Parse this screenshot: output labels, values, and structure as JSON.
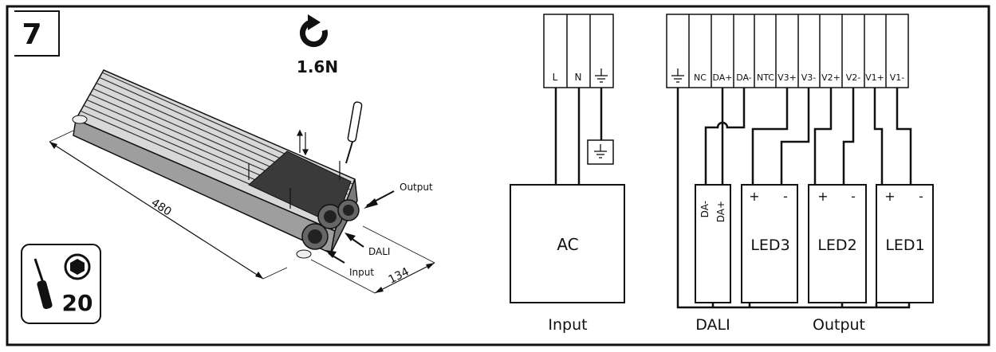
{
  "step_number": "7",
  "torque": {
    "value": "1.6N"
  },
  "tool": {
    "hex_size": "20"
  },
  "dimensions": {
    "length": "480",
    "width": "134"
  },
  "callouts": {
    "output": "Output",
    "dali": "DALI",
    "input": "Input"
  },
  "input_terminals": [
    "L",
    "N"
  ],
  "output_terminals": [
    "NC",
    "DA+",
    "DA-",
    "NTC",
    "V3+",
    "V3-",
    "V2+",
    "V2-",
    "V1+",
    "V1-"
  ],
  "blocks": {
    "ac": "AC",
    "dali_minus": "DA-",
    "dali_plus": "DA+",
    "led3": "LED3",
    "led2": "LED2",
    "led1": "LED1",
    "plus": "+",
    "minus": "-"
  },
  "section_labels": {
    "input": "Input",
    "dali": "DALI",
    "output": "Output"
  },
  "colors": {
    "line": "#111111",
    "device_fill": "#bdbdbd",
    "device_dark": "#555555",
    "background": "#ffffff"
  }
}
